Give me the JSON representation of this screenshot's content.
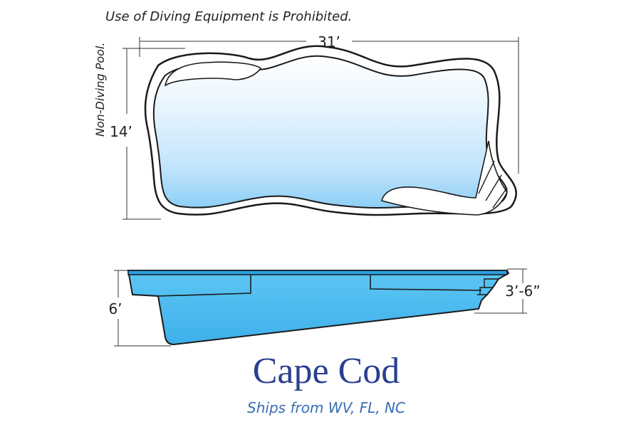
{
  "notices": {
    "diving": "Use of Diving Equipment is Prohibited.",
    "pool_type": "Non-Diving Pool."
  },
  "plan_view": {
    "length": "31’",
    "width": "14’"
  },
  "profile_view": {
    "deep_end": "6’",
    "shallow_end": "3’-6”"
  },
  "product": {
    "name": "Cape Cod",
    "ships_from": "Ships from WV, FL, NC"
  },
  "colors": {
    "outline": "#1a1a1a",
    "water_light": "#ffffff",
    "water_mid": "#bfe3fb",
    "water_deep": "#49b9ee",
    "profile_fill": "#4cbaf0",
    "profile_top": "#2a9fe0",
    "title": "#2a3f8f",
    "subtitle": "#3a6db0"
  }
}
